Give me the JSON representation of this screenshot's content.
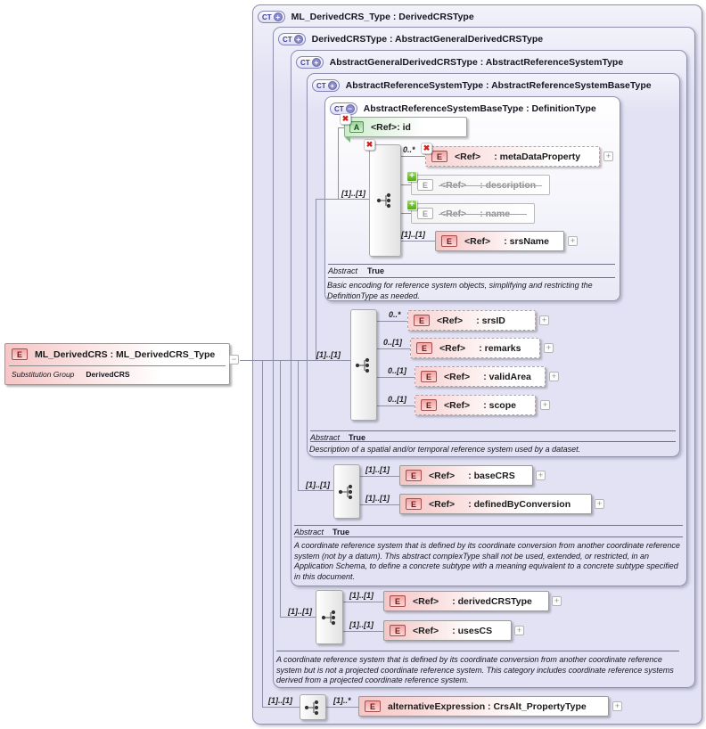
{
  "root_element": {
    "title": "ML_DerivedCRS : ML_DerivedCRS_Type",
    "icon": "E",
    "substitution_group_label": "Substitution Group",
    "substitution_group_value": "DerivedCRS"
  },
  "type_boxes": {
    "ML_DerivedCRS_Type": {
      "icon": "CT",
      "op": "+",
      "title": "ML_DerivedCRS_Type : DerivedCRSType",
      "seq_card": "[1]..[1]"
    },
    "DerivedCRSType": {
      "icon": "CT",
      "op": "+",
      "title": "DerivedCRSType : AbstractGeneralDerivedCRSType",
      "seq_card": "[1]..[1]",
      "doc": "A coordinate reference system that is defined by its coordinate conversion from another coordinate reference system but is not a projected coordinate reference system. This category includes coordinate reference systems derived from a projected coordinate reference system."
    },
    "AbstractGeneralDerivedCRSType": {
      "icon": "CT",
      "op": "+",
      "title": "AbstractGeneralDerivedCRSType : AbstractReferenceSystemType",
      "seq_card": "[1]..[1]",
      "abstract_label": "Abstract",
      "abstract_value": "True",
      "doc": "A coordinate reference system that is defined by its coordinate conversion from another coordinate reference system (not by a datum). This abstract complexType shall not be used, extended, or restricted, in an Application Schema, to define a concrete subtype with a meaning equivalent to a concrete subtype specified in this document."
    },
    "AbstractReferenceSystemType": {
      "icon": "CT",
      "op": "+",
      "title": "AbstractReferenceSystemType : AbstractReferenceSystemBaseType",
      "seq_card": "[1]..[1]",
      "abstract_label": "Abstract",
      "abstract_value": "True",
      "doc": "Description of a spatial and/or temporal reference system used by a dataset."
    },
    "AbstractReferenceSystemBaseType": {
      "icon": "CT",
      "op": "−",
      "title": "AbstractReferenceSystemBaseType : DefinitionType",
      "seq_card": "[1]..[1]",
      "abstract_label": "Abstract",
      "abstract_value": "True",
      "doc": "Basic encoding for reference system objects, simplifying and restricting the DefinitionType as needed."
    }
  },
  "attributes": {
    "id": {
      "icon": "A",
      "ref": "<Ref>",
      "name": ": id"
    }
  },
  "elements": {
    "metaDataProperty": {
      "card": "0..*",
      "icon": "E",
      "ref": "<Ref>",
      "name": ": metaDataProperty"
    },
    "description": {
      "icon": "E",
      "ref": "<Ref>",
      "name": ": description"
    },
    "name": {
      "icon": "E",
      "ref": "<Ref>",
      "name": ": name"
    },
    "srsName": {
      "card": "[1]..[1]",
      "icon": "E",
      "ref": "<Ref>",
      "name": ": srsName"
    },
    "srsID": {
      "card": "0..*",
      "icon": "E",
      "ref": "<Ref>",
      "name": ": srsID"
    },
    "remarks": {
      "card": "0..[1]",
      "icon": "E",
      "ref": "<Ref>",
      "name": ": remarks"
    },
    "validArea": {
      "card": "0..[1]",
      "icon": "E",
      "ref": "<Ref>",
      "name": ": validArea"
    },
    "scope": {
      "card": "0..[1]",
      "icon": "E",
      "ref": "<Ref>",
      "name": ": scope"
    },
    "baseCRS": {
      "card": "[1]..[1]",
      "icon": "E",
      "ref": "<Ref>",
      "name": ": baseCRS"
    },
    "definedByConversion": {
      "card": "[1]..[1]",
      "icon": "E",
      "ref": "<Ref>",
      "name": ": definedByConversion"
    },
    "derivedCRSType": {
      "card": "[1]..[1]",
      "icon": "E",
      "ref": "<Ref>",
      "name": ": derivedCRSType"
    },
    "usesCS": {
      "card": "[1]..[1]",
      "icon": "E",
      "ref": "<Ref>",
      "name": ": usesCS"
    },
    "alternativeExpression": {
      "card": "[1]..*",
      "icon": "E",
      "name": "alternativeExpression : CrsAlt_PropertyType"
    }
  },
  "icons": {
    "expand": "+",
    "collapse": "−",
    "removed_badge": "✖",
    "added_badge": "+"
  },
  "colors": {
    "box_fill": "#e2e2f4",
    "inner_box_fill": "#ffffff",
    "element_pink": "#f6c6c6",
    "attribute_green": "#cfeccf",
    "complex_type_accent": "#8a8ad0",
    "badge_red": "#cc2020",
    "badge_green": "#55a818"
  }
}
